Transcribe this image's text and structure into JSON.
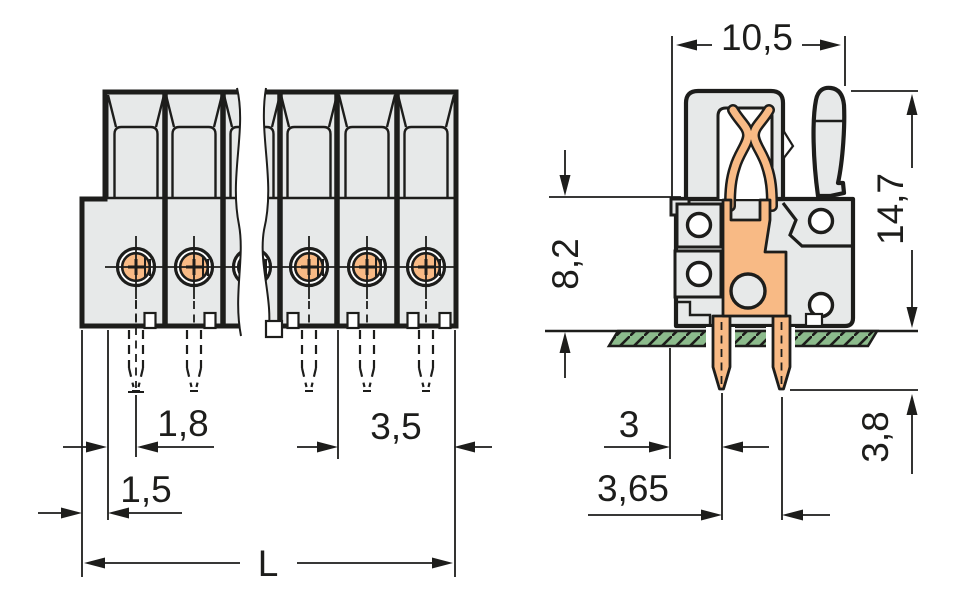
{
  "drawing_type": "terminal-block-dimension-drawing",
  "colors": {
    "line": "#1d1d1b",
    "housing_fill": "#e7e9e9",
    "contact_copper": "#f8ba85",
    "pcb_green": "#8cbb8c",
    "background": "#ffffff"
  },
  "front_view": {
    "dimensions": {
      "pin_center_offset": "1,8",
      "edge_offset": "1,5",
      "pitch": "3,5",
      "total_length": "L"
    }
  },
  "side_view": {
    "dimensions": {
      "total_width": "10,5",
      "total_height": "14,7",
      "height_above_board": "8,2",
      "pin_offset_from_edge": "3",
      "pin_spacing": "3,65",
      "pin_length_below_board": "3,8"
    }
  }
}
